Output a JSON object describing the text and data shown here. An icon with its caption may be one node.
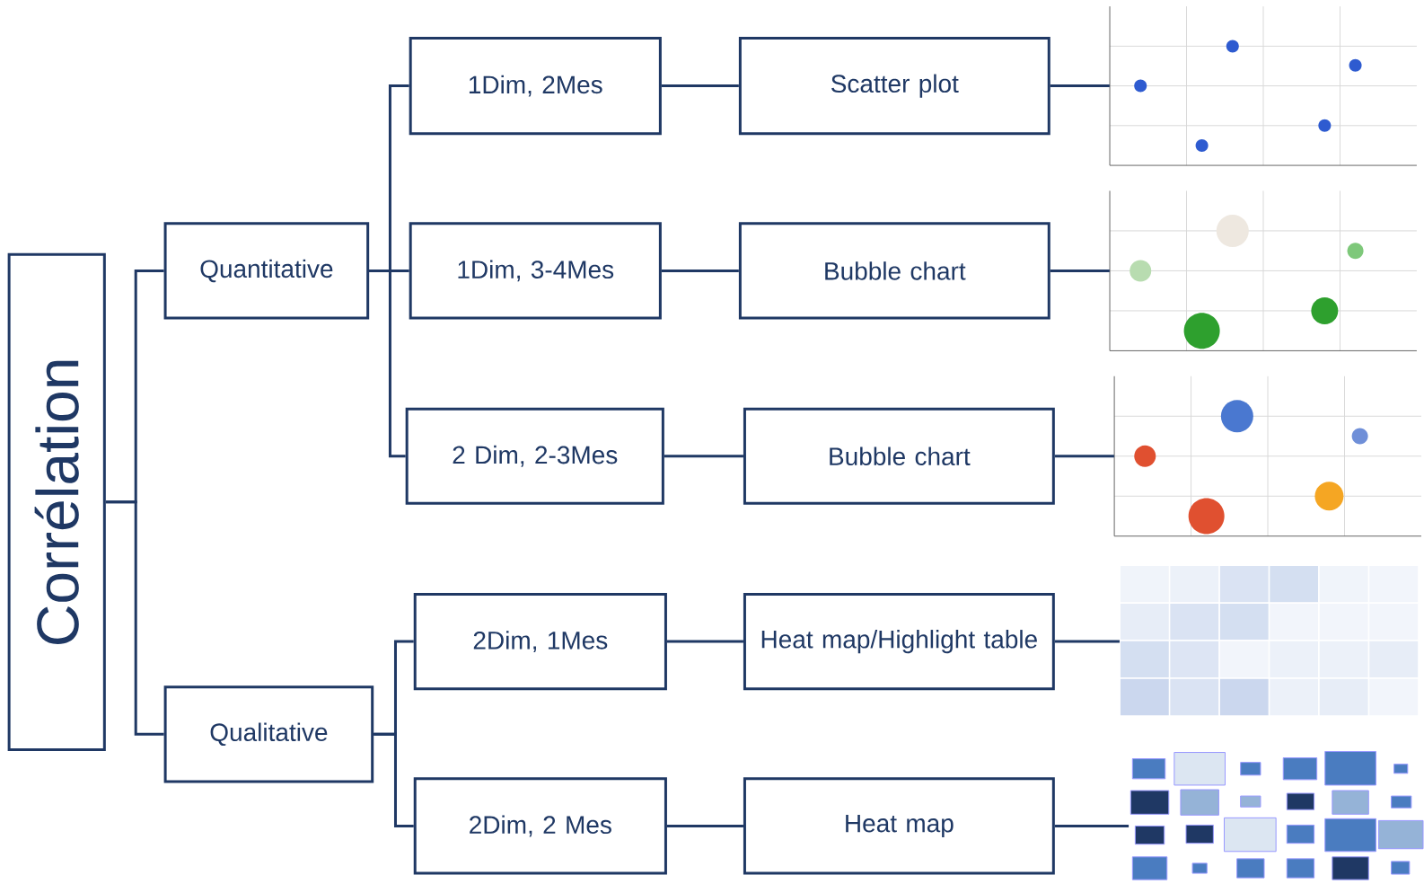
{
  "diagram": {
    "nodes": [
      {
        "text": [
          "Corrélation"
        ]
      },
      {
        "text": [
          "Quantitative"
        ]
      },
      {
        "text": [
          "Qualitative"
        ]
      },
      {
        "text": [
          "1Dim, 2Mes"
        ]
      },
      {
        "text": [
          "1Dim, 3-4Mes"
        ]
      },
      {
        "text": [
          "2 Dim, 2-3Mes"
        ]
      },
      {
        "text": [
          "2Dim, 1Mes"
        ]
      },
      {
        "text": [
          "2Dim, 2 Mes"
        ]
      },
      {
        "text": [
          "Scatter plot"
        ]
      },
      {
        "text": [
          "Bubble chart"
        ]
      },
      {
        "text": [
          "Bubble chart"
        ]
      },
      {
        "text": [
          "Heat map/Highlight table"
        ]
      },
      {
        "text": [
          "Heat map"
        ]
      },
      {
        "text": [],
        "shape": "picture"
      },
      {
        "text": [],
        "shape": "picture"
      },
      {
        "text": [],
        "shape": "picture"
      },
      {
        "text": [],
        "shape": "picture"
      },
      {
        "text": [],
        "shape": "picture"
      }
    ],
    "edges": [
      {
        "from": 0,
        "to": 1,
        "arrow": "none"
      },
      {
        "from": 0,
        "to": 2,
        "arrow": "none"
      },
      {
        "from": 1,
        "to": 3,
        "arrow": "none"
      },
      {
        "from": 1,
        "to": 4,
        "arrow": "none"
      },
      {
        "from": 1,
        "to": 5,
        "arrow": "none"
      },
      {
        "from": 2,
        "to": 6,
        "arrow": "none"
      },
      {
        "from": 2,
        "to": 7,
        "arrow": "none"
      },
      {
        "from": 3,
        "to": 8,
        "arrow": "none"
      },
      {
        "from": 4,
        "to": 9,
        "arrow": "none"
      },
      {
        "from": 5,
        "to": 10,
        "arrow": "none"
      },
      {
        "from": 6,
        "to": 11,
        "arrow": "none"
      },
      {
        "from": 7,
        "to": 12,
        "arrow": "none"
      },
      {
        "from": 8,
        "to": 13,
        "arrow": "none"
      },
      {
        "from": 9,
        "to": 14,
        "arrow": "none"
      },
      {
        "from": 10,
        "to": 15,
        "arrow": "none"
      },
      {
        "from": 11,
        "to": 16,
        "arrow": "none"
      },
      {
        "from": 12,
        "to": 17,
        "arrow": "none"
      }
    ]
  }
}
